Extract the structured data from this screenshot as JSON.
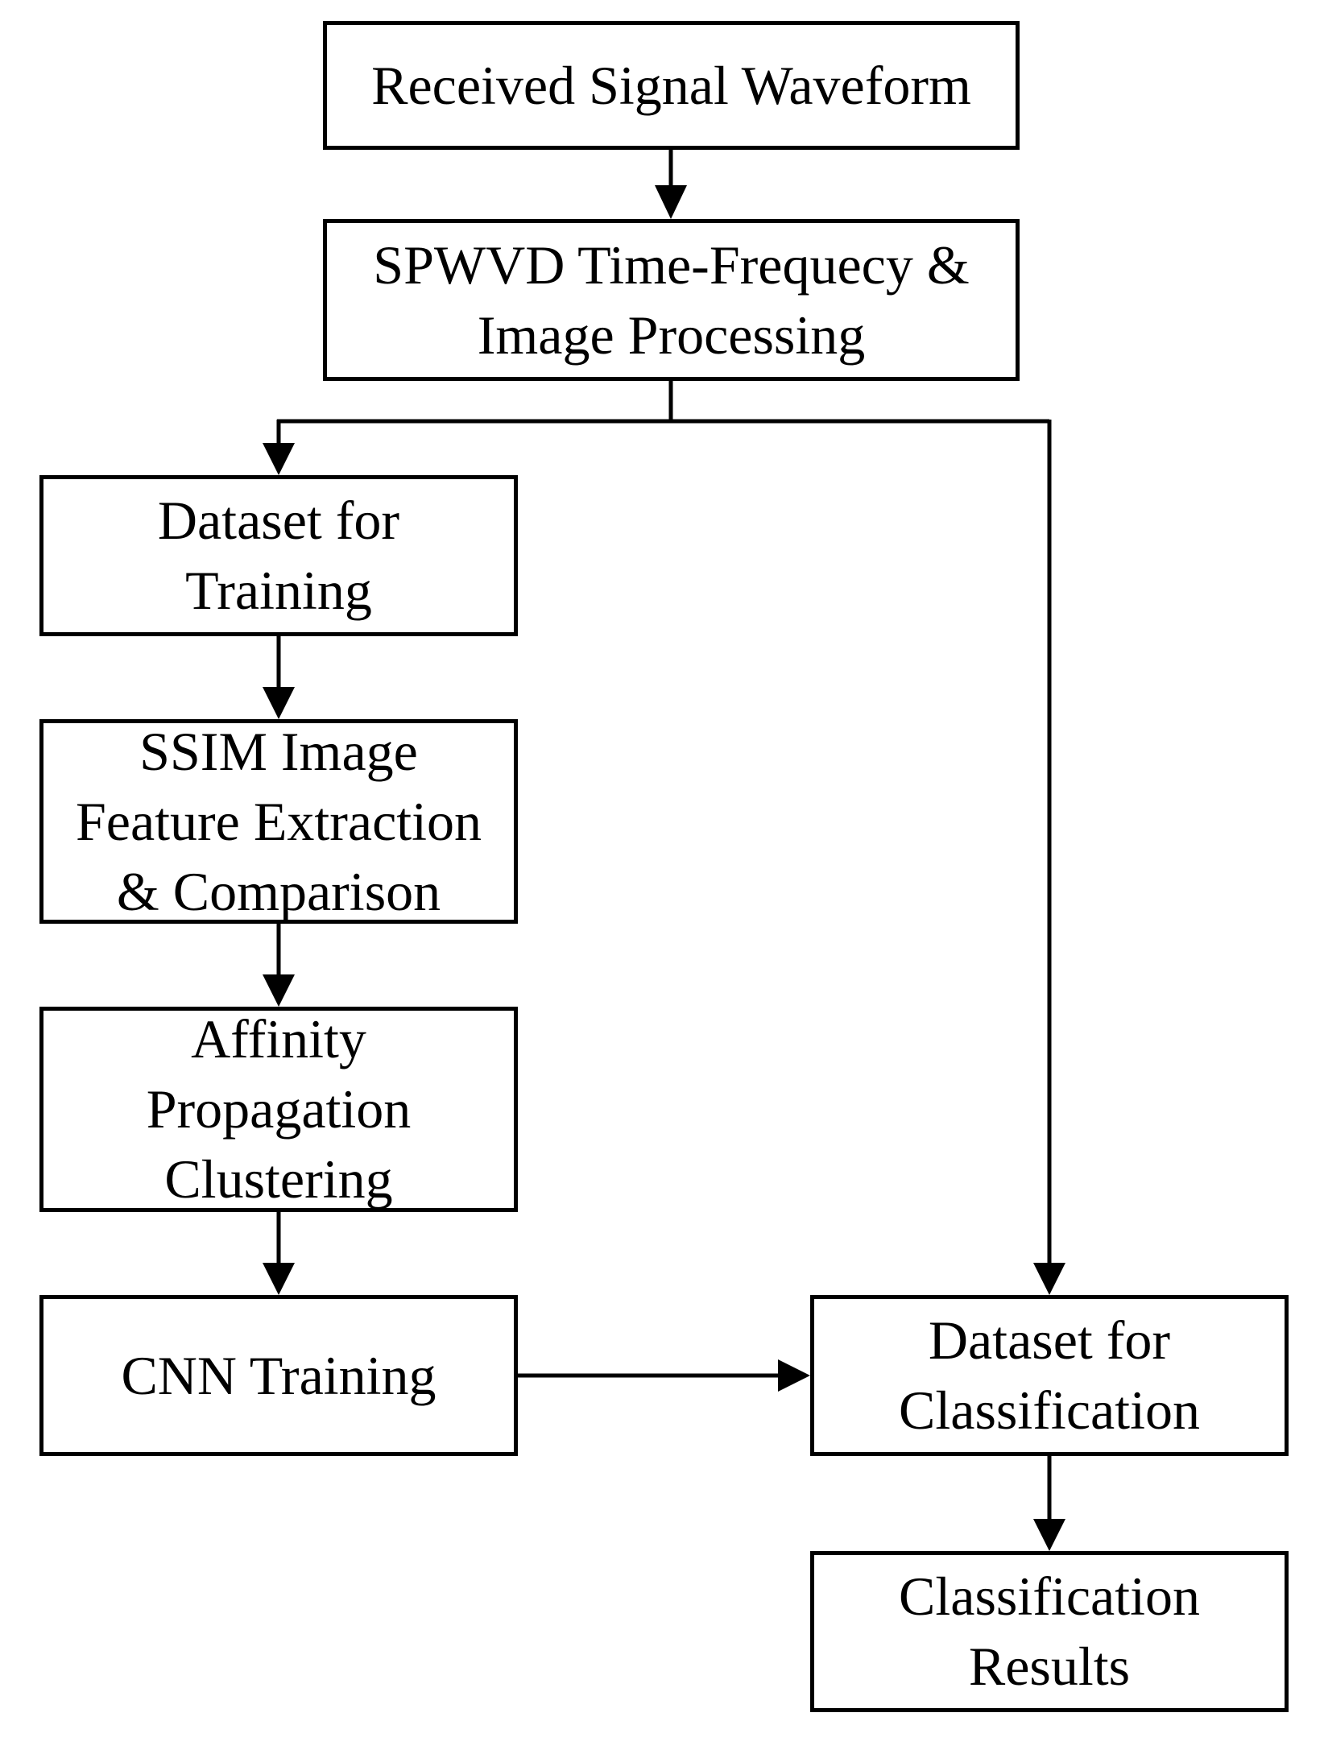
{
  "nodes": {
    "received_signal": {
      "lines": [
        "Received Signal Waveform"
      ]
    },
    "spwvd": {
      "lines": [
        "SPWVD Time-Frequecy &",
        "Image Processing"
      ]
    },
    "dataset_training": {
      "lines": [
        "Dataset for",
        "Training"
      ]
    },
    "ssim": {
      "lines": [
        "SSIM Image",
        "Feature Extraction",
        "& Comparison"
      ]
    },
    "affinity": {
      "lines": [
        "Affinity",
        "Propagation",
        "Clustering"
      ]
    },
    "cnn_training": {
      "lines": [
        "CNN Training"
      ]
    },
    "dataset_classification": {
      "lines": [
        "Dataset for",
        "Classification"
      ]
    },
    "classification_results": {
      "lines": [
        "Classification",
        "Results"
      ]
    }
  },
  "edges": [
    {
      "from": "received_signal",
      "to": "spwvd"
    },
    {
      "from": "spwvd",
      "to": "dataset_training"
    },
    {
      "from": "spwvd",
      "to": "dataset_classification"
    },
    {
      "from": "dataset_training",
      "to": "ssim"
    },
    {
      "from": "ssim",
      "to": "affinity"
    },
    {
      "from": "affinity",
      "to": "cnn_training"
    },
    {
      "from": "cnn_training",
      "to": "dataset_classification"
    },
    {
      "from": "dataset_classification",
      "to": "classification_results"
    }
  ]
}
